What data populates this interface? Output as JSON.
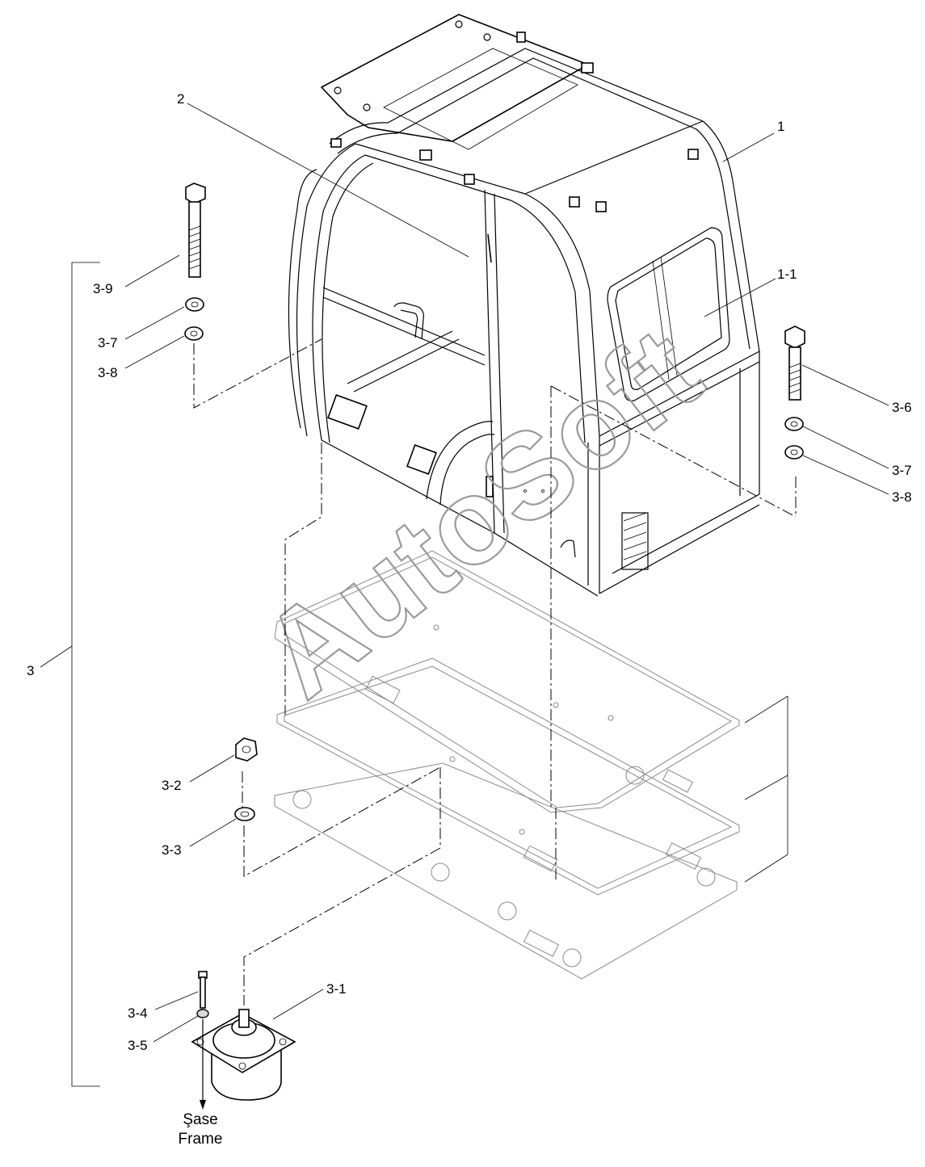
{
  "watermark": "AutoSoft",
  "callouts": {
    "c1": "1",
    "c1_1": "1-1",
    "c2": "2",
    "c3": "3",
    "c3_1": "3-1",
    "c3_2": "3-2",
    "c3_3": "3-3",
    "c3_4": "3-4",
    "c3_5": "3-5",
    "c3_6": "3-6",
    "c3_7a": "3-7",
    "c3_7b": "3-7",
    "c3_8a": "3-8",
    "c3_8b": "3-8",
    "c3_9": "3-9"
  },
  "frame_label": {
    "line1": "Şase",
    "line2": "Frame"
  }
}
